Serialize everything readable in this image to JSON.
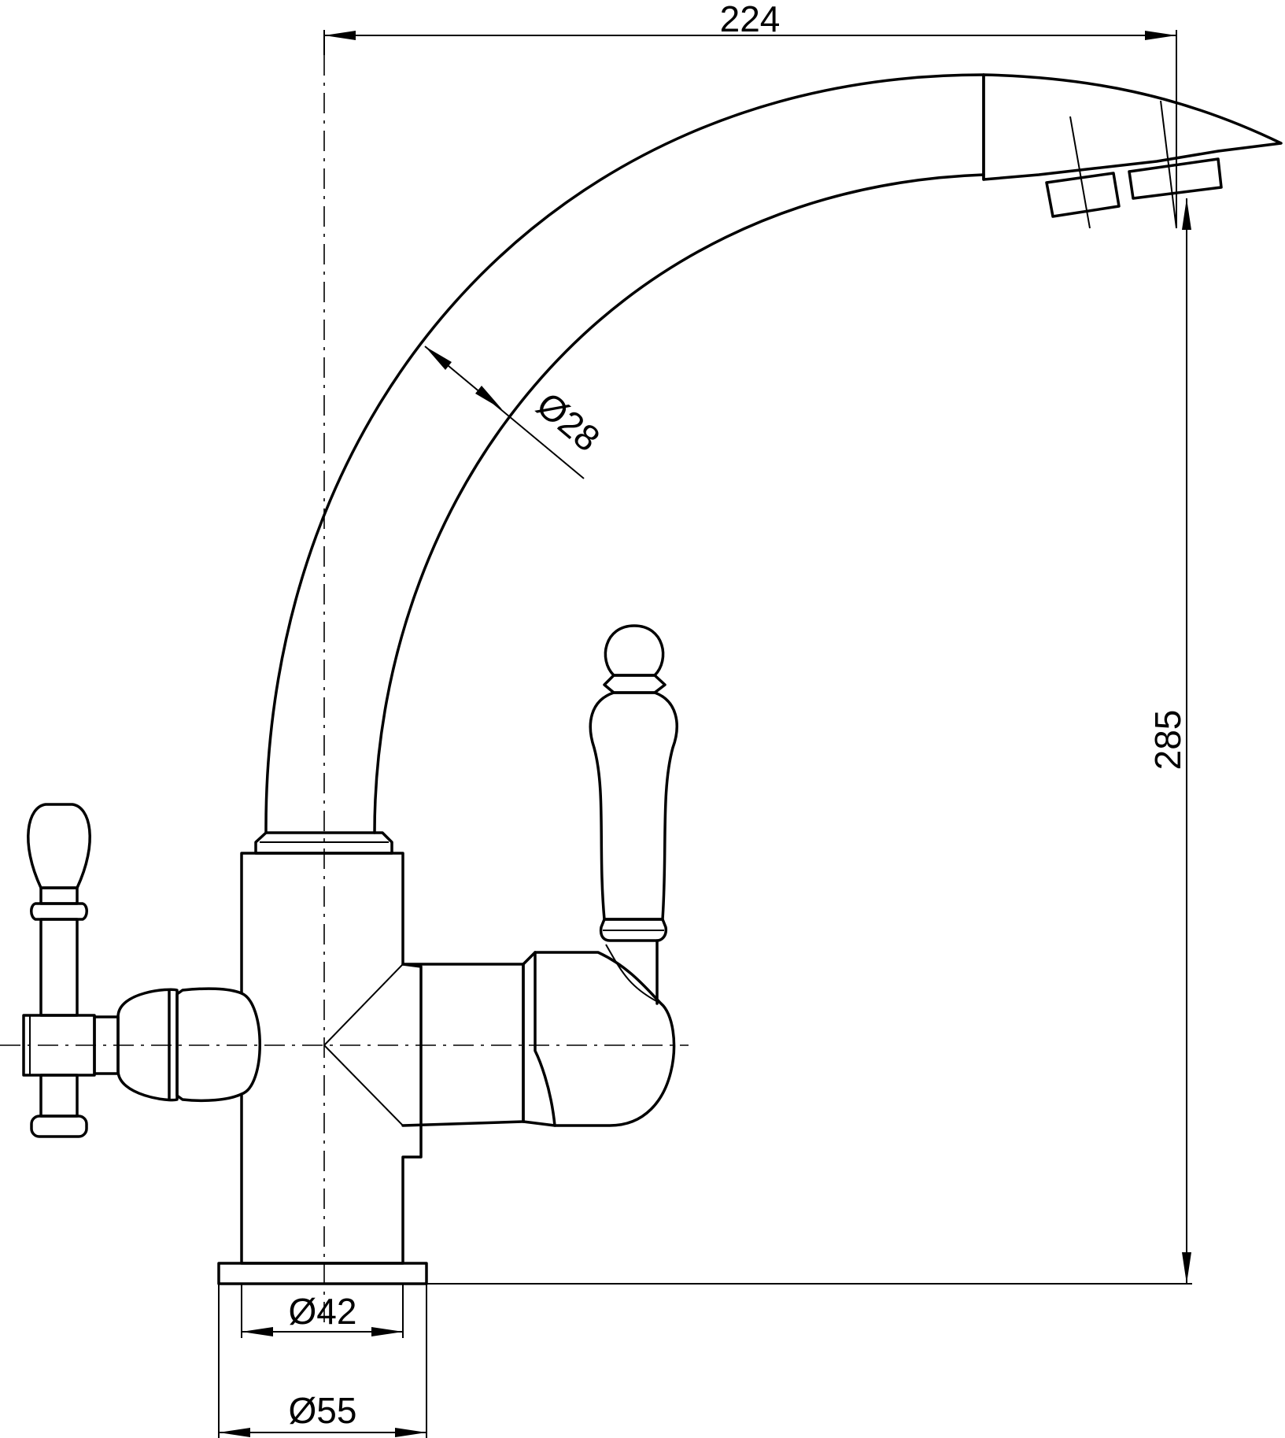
{
  "dimensions": {
    "spout_reach": "224",
    "overall_height": "285",
    "spout_tube_diameter": "Ø28",
    "body_diameter": "Ø42",
    "base_diameter": "Ø55"
  }
}
